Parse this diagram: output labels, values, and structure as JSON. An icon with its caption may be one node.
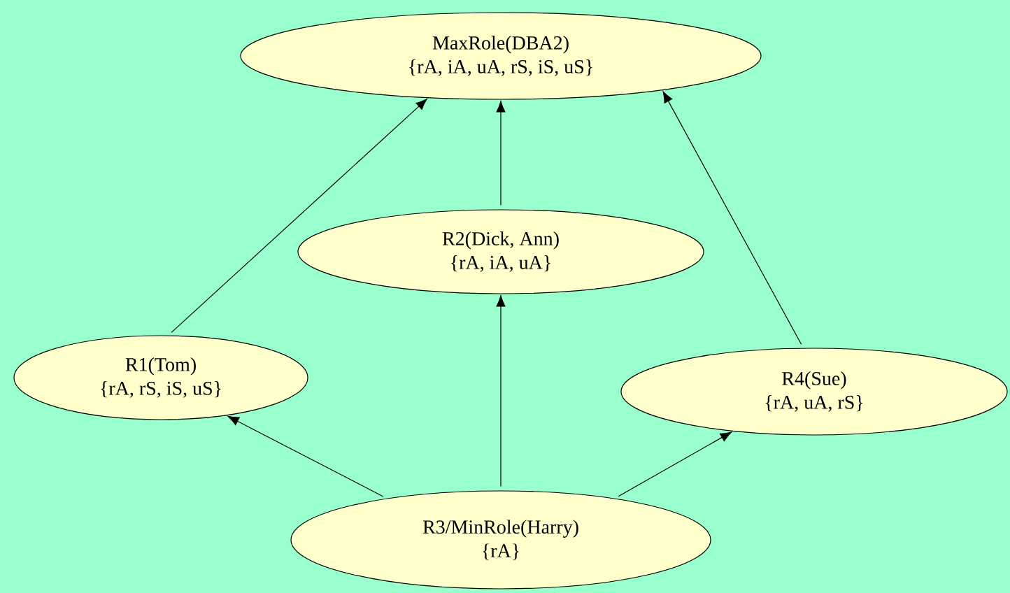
{
  "diagram": {
    "nodes": [
      {
        "text": [
          "MaxRole(DBA2)",
          "{rA, iA, uA, rS, iS, uS}"
        ]
      },
      {
        "text": [
          "R2(Dick, Ann)",
          "{rA, iA, uA}"
        ]
      },
      {
        "text": [
          "R1(Tom)",
          "{rA, rS, iS, uS}"
        ]
      },
      {
        "text": [
          "R4(Sue)",
          "{rA, uA, rS}"
        ]
      },
      {
        "text": [
          "R3/MinRole(Harry)",
          "{rA}"
        ]
      }
    ],
    "edges": [
      {
        "from": 4,
        "to": 2,
        "arrow": "to"
      },
      {
        "from": 4,
        "to": 1,
        "arrow": "to"
      },
      {
        "from": 4,
        "to": 3,
        "arrow": "to"
      },
      {
        "from": 2,
        "to": 0,
        "arrow": "to"
      },
      {
        "from": 1,
        "to": 0,
        "arrow": "to"
      },
      {
        "from": 3,
        "to": 0,
        "arrow": "to"
      }
    ]
  }
}
